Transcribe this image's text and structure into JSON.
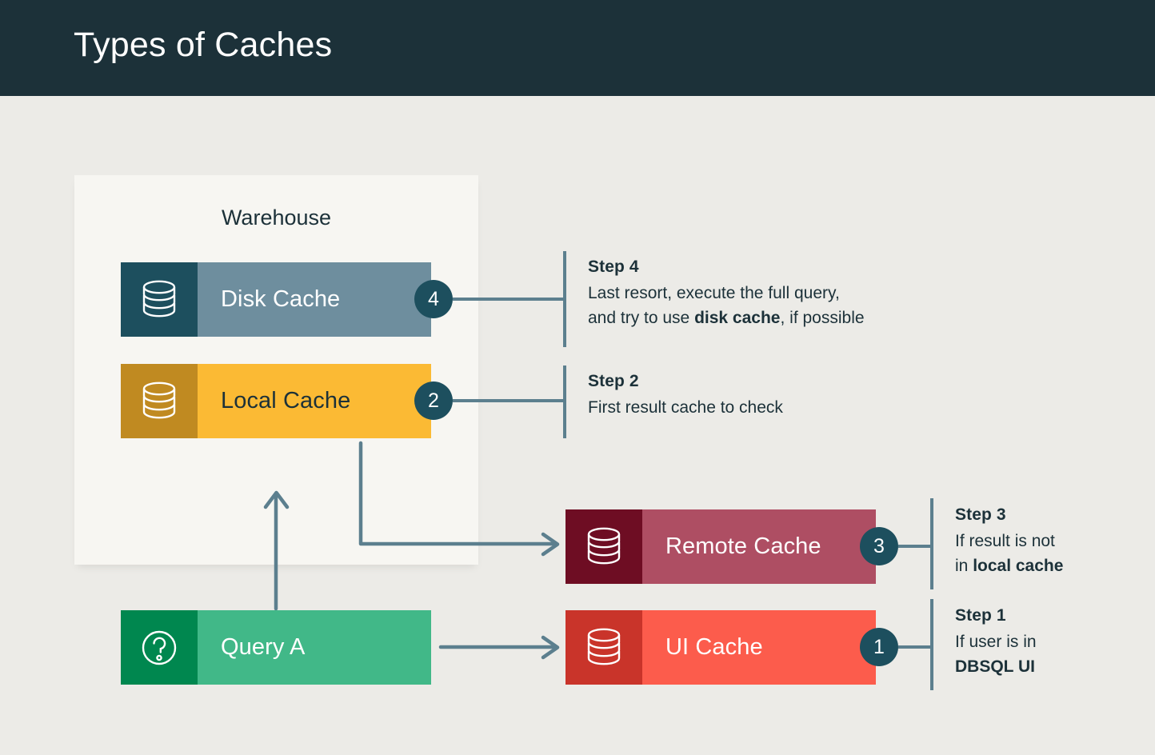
{
  "header": {
    "title": "Types of Caches",
    "background": "#1C3139",
    "text_color": "#FFFFFF"
  },
  "page": {
    "background": "#ECEBE7",
    "accent": "#1D4F5E"
  },
  "warehouse": {
    "label": "Warehouse",
    "background": "#F7F6F2"
  },
  "nodes": [
    {
      "key": "disk_cache",
      "label": "Disk Cache",
      "icon": "database-icon",
      "badge": "4",
      "icon_color": "#1D4F5E",
      "body_color": "#6E8E9E",
      "text_color": "#FFFFFF"
    },
    {
      "key": "local_cache",
      "label": "Local Cache",
      "icon": "database-icon",
      "badge": "2",
      "icon_color": "#C08A21",
      "body_color": "#FBBA34",
      "text_color": "#1C3139"
    },
    {
      "key": "remote_cache",
      "label": "Remote Cache",
      "icon": "database-icon",
      "badge": "3",
      "icon_color": "#6E0D23",
      "body_color": "#AE4E63",
      "text_color": "#FFFFFF"
    },
    {
      "key": "ui_cache",
      "label": "UI Cache",
      "icon": "database-icon",
      "badge": "1",
      "icon_color": "#C9342A",
      "body_color": "#FC5C4C",
      "text_color": "#FFFFFF"
    },
    {
      "key": "query_a",
      "label": "Query A",
      "icon": "question-mark-circle-icon",
      "badge": null,
      "icon_color": "#00874F",
      "body_color": "#41B888",
      "text_color": "#FFFFFF"
    }
  ],
  "steps": {
    "step4": {
      "title": "Step 4",
      "line1": "Last resort, execute the full query,",
      "line2_pre": "and try to use ",
      "line2_bold": "disk cache",
      "line2_post": ", if possible"
    },
    "step2": {
      "title": "Step 2",
      "line1": "First result cache to check"
    },
    "step3": {
      "title": "Step 3",
      "line1": "If result is not",
      "line2_pre": "in ",
      "line2_bold": "local cache"
    },
    "step1": {
      "title": "Step 1",
      "line1": "If user is in",
      "line2_bold": "DBSQL UI"
    }
  },
  "badges": {
    "disk": "4",
    "local": "2",
    "remote": "3",
    "ui": "1"
  },
  "connector_color": "#5C7F8E"
}
